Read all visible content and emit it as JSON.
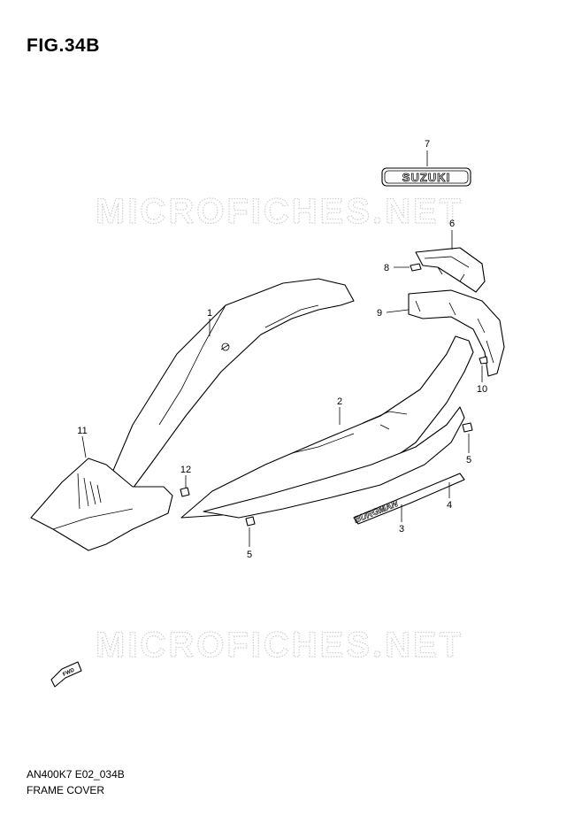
{
  "figure": {
    "title": "FIG.34B",
    "code": "AN400K7 E02_034B",
    "caption": "FRAME COVER"
  },
  "watermark": {
    "text": "MICROFICHES.NET"
  },
  "emblems": {
    "suzuki": "SUZUKI",
    "burgman": "BURGMAN",
    "fwd": "FWD"
  },
  "callouts": {
    "c1": "1",
    "c2": "2",
    "c3": "3",
    "c4": "4",
    "c5a": "5",
    "c5b": "5",
    "c6": "6",
    "c7": "7",
    "c8": "8",
    "c9": "9",
    "c10": "10",
    "c11": "11",
    "c12": "12"
  }
}
